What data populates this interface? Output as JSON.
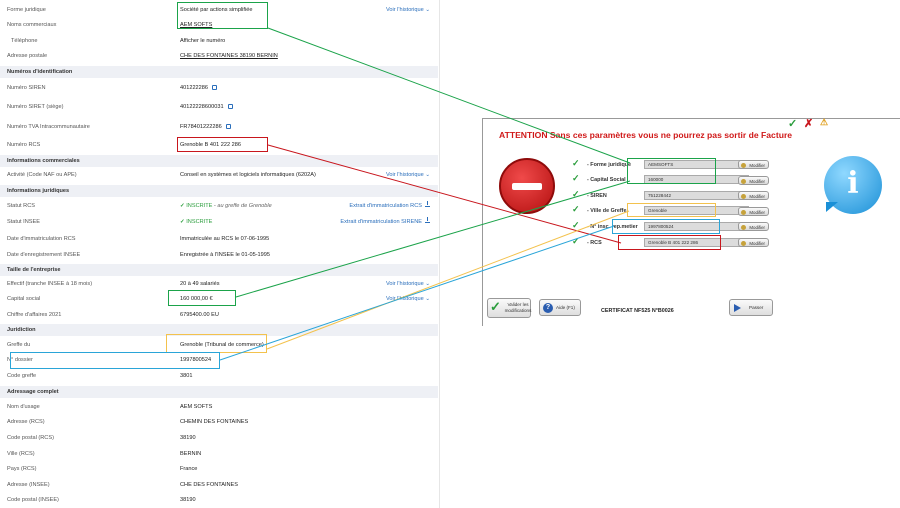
{
  "left": {
    "rows": {
      "forme_juridique": {
        "label": "Forme juridique",
        "value": "Société par actions simplifiée",
        "action": "Voir l'historique"
      },
      "nom_commercial": {
        "label": "Noms commerciaux",
        "value": "AEM SOFTS"
      },
      "telephone": {
        "label": "Téléphone",
        "value": "Afficher le numéro"
      },
      "adresse_postale": {
        "label": "Adresse postale",
        "value": "CHE DES FONTAINES 38190 BERNIN"
      },
      "siren": {
        "label": "Numéro SIREN",
        "value": "401222286"
      },
      "siret": {
        "label": "Numéro SIRET (siège)",
        "value": "40122228600031"
      },
      "tva": {
        "label": "Numéro TVA Intracommunautaire",
        "value": "FR78401222286"
      },
      "rcs": {
        "label": "Numéro RCS",
        "value": "Grenoble B 401 222 286"
      },
      "activite": {
        "label": "Activité (Code NAF ou APE)",
        "value": "Conseil en systèmes et logiciels informatiques (6202A)",
        "action": "Voir l'historique"
      },
      "statut_rcs": {
        "label": "Statut RCS",
        "value": "INSCRITE",
        "note": "- au greffe de Grenoble",
        "action": "Extrait d'immatriculation RCS"
      },
      "statut_insee": {
        "label": "Statut INSEE",
        "value": "INSCRITE",
        "action": "Extrait d'immatriculation SIRENE"
      },
      "date_immat": {
        "label": "Date d'immatriculation RCS",
        "value": "Immatriculée au RCS le 07-06-1995"
      },
      "date_enreg": {
        "label": "Date d'enregistrement INSEE",
        "value": "Enregistrée à l'INSEE le 01-05-1995"
      },
      "effectif": {
        "label": "Effectif (tranche INSEE à 18 mois)",
        "value": "20 à 49 salariés",
        "action": "Voir l'historique"
      },
      "capital": {
        "label": "Capital social",
        "value": "160 000,00 €",
        "action": "Voir l'historique"
      },
      "ca": {
        "label": "Chiffre d'affaires 2021",
        "value": "6795400.00 EU"
      },
      "greffe": {
        "label": "Greffe du",
        "value": "Grenoble (Tribunal de commerce)"
      },
      "dossier": {
        "label": "N° dossier",
        "value": "1997800524"
      },
      "code_greffe": {
        "label": "Code greffe",
        "value": "3801"
      },
      "nom_usage": {
        "label": "Nom d'usage",
        "value": "AEM SOFTS"
      },
      "adresse_rcs": {
        "label": "Adresse (RCS)",
        "value": "CHEMIN DES FONTAINES"
      },
      "cp_rcs": {
        "label": "Code postal (RCS)",
        "value": "38190"
      },
      "ville_rcs": {
        "label": "Ville (RCS)",
        "value": "BERNIN"
      },
      "pays_rcs": {
        "label": "Pays (RCS)",
        "value": "France"
      },
      "adresse_insee": {
        "label": "Adresse (INSEE)",
        "value": "CHE DES FONTAINES"
      },
      "cp_insee": {
        "label": "Code postal (INSEE)",
        "value": "38190"
      }
    },
    "sections": {
      "identification": "Numéros d'identification",
      "commerciales": "Informations commerciales",
      "juridiques": "Informations juridiques",
      "taille": "Taille de l'entreprise",
      "juridiction": "Juridiction",
      "adressage": "Adressage complet"
    }
  },
  "dialog": {
    "warning": "ATTENTION Sans ces paramètres vous ne pourrez pas sortir de Facture",
    "fields": [
      {
        "label": "- Forme juridique",
        "value": "AEMSOFTS"
      },
      {
        "label": "- Capital Social",
        "value": "160000"
      },
      {
        "label": "- SIREN",
        "value": "751228442"
      },
      {
        "label": "- Ville de Greffe",
        "value": "Grenoble"
      },
      {
        "label": "- N° insc. rep.metier",
        "value": "1997800524"
      },
      {
        "label": "- RCS",
        "value": "Grenoble B 401 222 286"
      }
    ],
    "modify_label": "Modifier",
    "validate_label": "Valider les modifications",
    "help_label": "Aide (F1)",
    "cert": "CERTIFICAT NF525 N°B0026",
    "skip_label": "Passer",
    "check_glyph": "✓",
    "cross_glyph": "✗",
    "alert_glyph": "⚠",
    "info_glyph": "i"
  },
  "colors": {
    "green": "#1ba34a",
    "red": "#c8161d",
    "yellow": "#f3c24d",
    "blue": "#2aa5d8",
    "warning": "#d01919",
    "link": "#2a6ebb"
  }
}
